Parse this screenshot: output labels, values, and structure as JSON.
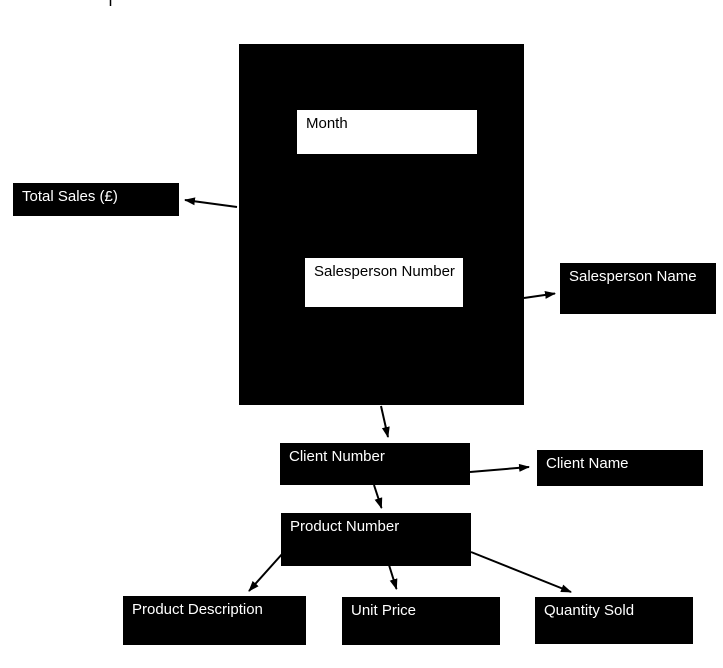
{
  "diagram": {
    "type": "dependency-diagram",
    "background": "#ffffff",
    "colors": {
      "node_fill": "#000000",
      "node_text": "#ffffff",
      "inner_node_fill": "#ffffff",
      "inner_node_text": "#000000",
      "arrow": "#000000"
    },
    "nodes": {
      "main_entity": {
        "label": "",
        "style": "black-block"
      },
      "month": {
        "label": "Month",
        "style": "white-inner"
      },
      "salesperson_number": {
        "label": "Salesperson Number",
        "style": "white-inner"
      },
      "total_sales": {
        "label": "Total Sales (£)",
        "style": "black"
      },
      "salesperson_name": {
        "label": "Salesperson Name",
        "style": "black"
      },
      "client_number": {
        "label": "Client Number",
        "style": "black"
      },
      "client_name": {
        "label": "Client Name",
        "style": "black"
      },
      "product_number": {
        "label": "Product Number",
        "style": "black"
      },
      "product_description": {
        "label": "Product Description",
        "style": "black"
      },
      "unit_price": {
        "label": "Unit Price",
        "style": "black"
      },
      "quantity_sold": {
        "label": "Quantity Sold",
        "style": "black"
      }
    },
    "edges": [
      {
        "from": "main_entity",
        "to": "total_sales"
      },
      {
        "from": "main_entity",
        "to": "salesperson_name"
      },
      {
        "from": "main_entity",
        "to": "client_number"
      },
      {
        "from": "client_number",
        "to": "client_name"
      },
      {
        "from": "client_number",
        "to": "product_number"
      },
      {
        "from": "product_number",
        "to": "product_description"
      },
      {
        "from": "product_number",
        "to": "unit_price"
      },
      {
        "from": "product_number",
        "to": "quantity_sold"
      }
    ]
  }
}
